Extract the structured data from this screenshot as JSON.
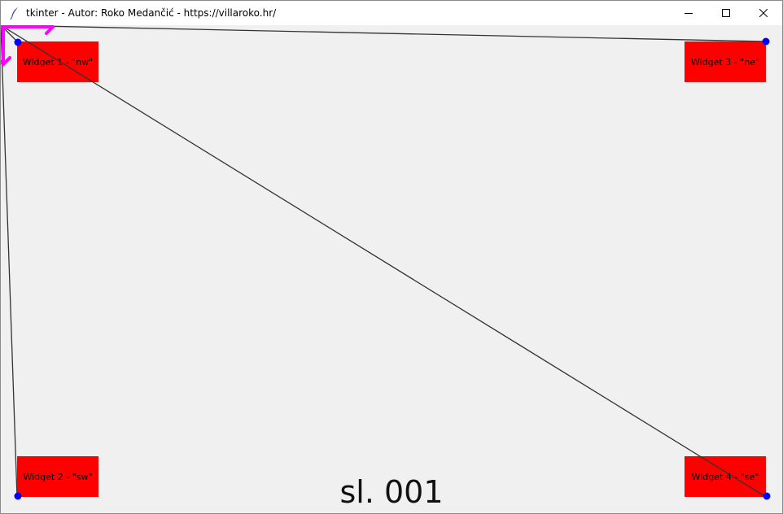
{
  "window": {
    "title": "tkinter - Autor: Roko Medančić - https://villaroko.hr/"
  },
  "widgets": {
    "nw": "Widget 1 - \"nw\"",
    "sw": "Widget 2 - \"sw\"",
    "ne": "Widget 3 - \"ne\"",
    "se": "Widget 4 - \"se\""
  },
  "caption": "sl. 001",
  "colors": {
    "widget": "#ff0000",
    "anchor_point": "#0000ff",
    "axis_arrows": "#ff00ff",
    "lines": "#333333"
  },
  "icons": {
    "app": "feather-icon",
    "minimize": "minimize-icon",
    "maximize": "maximize-icon",
    "close": "close-icon"
  }
}
